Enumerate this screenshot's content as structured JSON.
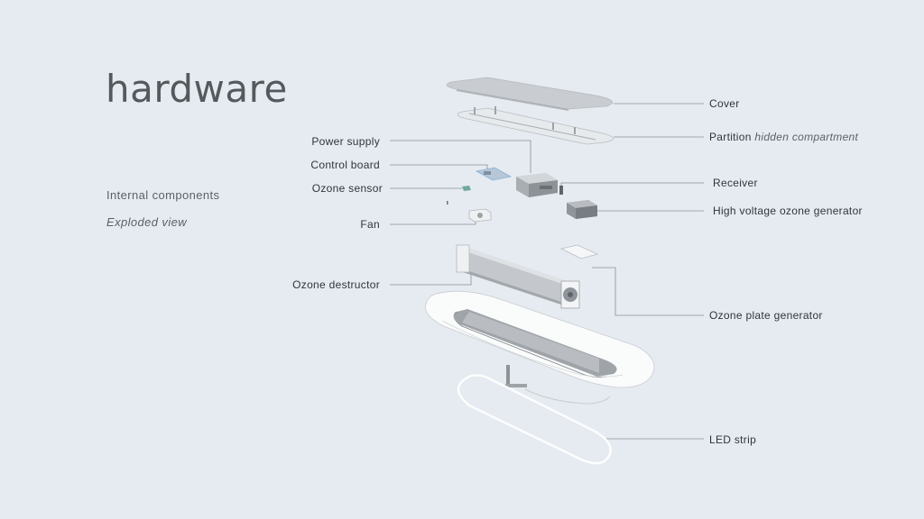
{
  "page": {
    "title": "hardware",
    "subtitle": "Internal components",
    "subtitle_italic": "Exploded view"
  },
  "labels": {
    "cover": "Cover",
    "partition": "Partition",
    "partition_note": "hidden compartment",
    "receiver": "Receiver",
    "hv_generator": "High voltage ozone generator",
    "ozone_plate": "Ozone plate generator",
    "led_strip": "LED strip",
    "power_supply": "Power supply",
    "control_board": "Control board",
    "ozone_sensor": "Ozone sensor",
    "fan": "Fan",
    "ozone_destructor": "Ozone destructor"
  },
  "colors": {
    "background": "#e5ebf0",
    "leader_line": "#8a9096",
    "component_body": "#c9cdd1",
    "component_dark": "#9ea3a8",
    "component_light": "#f4f6f7",
    "sensor_accent": "#6fa8a0",
    "board_accent": "#8ab0d6"
  }
}
